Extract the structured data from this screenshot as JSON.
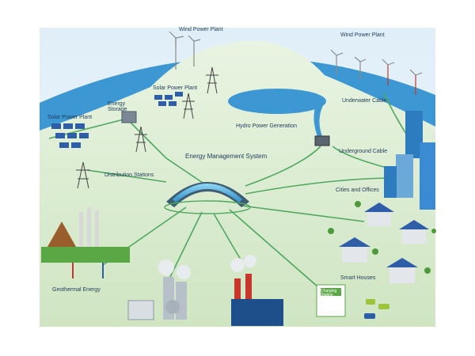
{
  "labels": {
    "wind_plant_top": "Wind Power Plant",
    "wind_plant_right": "Wind Power Plant",
    "solar_plant_mountain": "Solar Power Plant",
    "solar_plant_left": "Solar Power Plant",
    "energy_storage": "Energy Storage",
    "hydro": "Hydro Power Generation",
    "underwater_cable": "Underwater Cable",
    "underground_cable": "Underground Cable",
    "ems": "Energy Management System",
    "distribution": "Distribution Stations",
    "cities": "Cities and Offices",
    "smart_houses": "Smart Houses",
    "geothermal": "Geothermal Energy",
    "charging_sign": "Charging Station"
  },
  "colors": {
    "sea": "#3d97d3",
    "hills": "#d9ebd0",
    "grass": "#5aa845",
    "grid_line": "#4fa860",
    "ems_frame": "#3e5c72",
    "ems_glass": "#4fb3e6",
    "city_blue": "#2e7cc0",
    "solar_blue": "#2f5ea8",
    "factory_red": "#c8372b"
  },
  "icons": [
    "wind-turbine-icon",
    "solar-panel-icon",
    "transmission-tower-icon",
    "energy-storage-icon",
    "hydro-station-icon",
    "ems-building-icon",
    "skyscraper-icon",
    "house-icon",
    "tree-icon",
    "geothermal-volcano-icon",
    "power-plant-icon",
    "factory-icon",
    "charging-station-icon",
    "electric-car-icon"
  ]
}
